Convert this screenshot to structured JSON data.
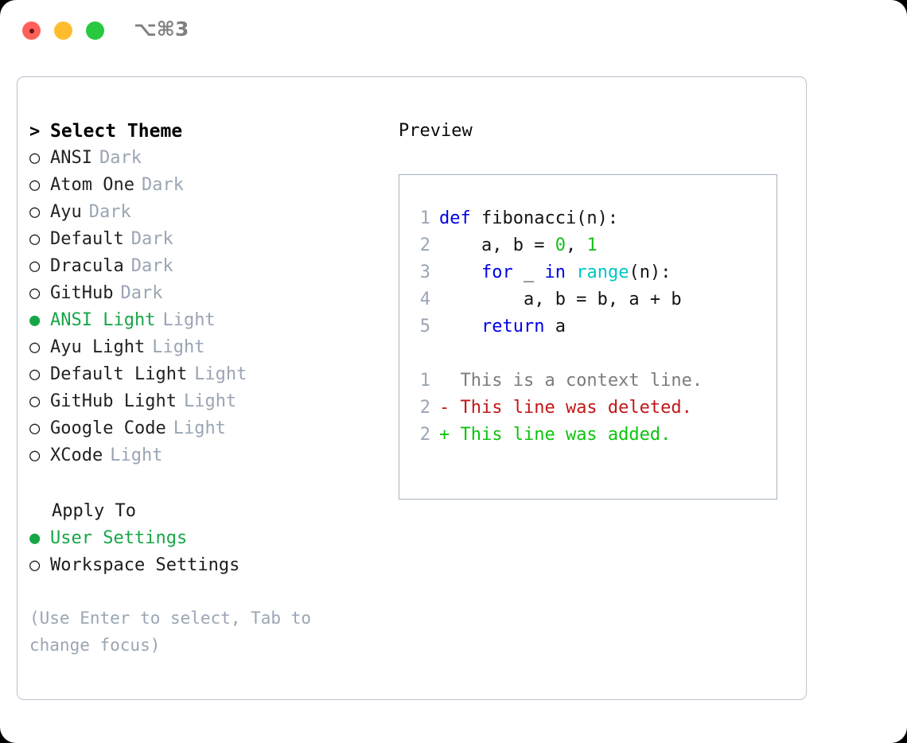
{
  "window": {
    "shortcut": "⌥⌘3",
    "controls": [
      "close",
      "minimize",
      "maximize"
    ]
  },
  "theme_picker": {
    "header": {
      "marker": ">",
      "label": "Select Theme"
    },
    "items": [
      {
        "marker": "○",
        "name": "ANSI",
        "badge": "Dark",
        "selected": false
      },
      {
        "marker": "○",
        "name": "Atom One",
        "badge": "Dark",
        "selected": false
      },
      {
        "marker": "○",
        "name": "Ayu",
        "badge": "Dark",
        "selected": false
      },
      {
        "marker": "○",
        "name": "Default",
        "badge": "Dark",
        "selected": false
      },
      {
        "marker": "○",
        "name": "Dracula",
        "badge": "Dark",
        "selected": false
      },
      {
        "marker": "○",
        "name": "GitHub",
        "badge": "Dark",
        "selected": false
      },
      {
        "marker": "●",
        "name": "ANSI Light",
        "badge": "Light",
        "selected": true
      },
      {
        "marker": "○",
        "name": "Ayu Light",
        "badge": "Light",
        "selected": false
      },
      {
        "marker": "○",
        "name": "Default Light",
        "badge": "Light",
        "selected": false
      },
      {
        "marker": "○",
        "name": "GitHub Light",
        "badge": "Light",
        "selected": false
      },
      {
        "marker": "○",
        "name": "Google Code",
        "badge": "Light",
        "selected": false
      },
      {
        "marker": "○",
        "name": "XCode",
        "badge": "Light",
        "selected": false
      }
    ]
  },
  "apply_to": {
    "label": "Apply To",
    "options": [
      {
        "marker": "●",
        "label": "User Settings",
        "selected": true
      },
      {
        "marker": "○",
        "label": "Workspace Settings",
        "selected": false
      }
    ]
  },
  "hint": "(Use Enter to select, Tab to change focus)",
  "preview": {
    "title": "Preview",
    "code_lines": [
      {
        "no": "1",
        "tokens": [
          {
            "t": "def ",
            "c": "kw"
          },
          {
            "t": "fibonacci(n):",
            "c": "plain"
          }
        ]
      },
      {
        "no": "2",
        "tokens": [
          {
            "t": "    a, b = ",
            "c": "plain"
          },
          {
            "t": "0",
            "c": "num"
          },
          {
            "t": ", ",
            "c": "plain"
          },
          {
            "t": "1",
            "c": "num"
          }
        ]
      },
      {
        "no": "3",
        "tokens": [
          {
            "t": "    ",
            "c": "plain"
          },
          {
            "t": "for",
            "c": "kw"
          },
          {
            "t": " _ ",
            "c": "plain"
          },
          {
            "t": "in",
            "c": "kw"
          },
          {
            "t": " ",
            "c": "plain"
          },
          {
            "t": "range",
            "c": "fn"
          },
          {
            "t": "(n):",
            "c": "plain"
          }
        ]
      },
      {
        "no": "4",
        "tokens": [
          {
            "t": "        a, b = b, a + b",
            "c": "plain"
          }
        ]
      },
      {
        "no": "5",
        "tokens": [
          {
            "t": "    ",
            "c": "plain"
          },
          {
            "t": "return",
            "c": "kw"
          },
          {
            "t": " a",
            "c": "plain"
          }
        ]
      }
    ],
    "diff_lines": [
      {
        "no": "1",
        "sign": " ",
        "text": "This is a context line.",
        "c": "ctx"
      },
      {
        "no": "2",
        "sign": "-",
        "text": "This line was deleted.",
        "c": "del"
      },
      {
        "no": "2",
        "sign": "+",
        "text": "This line was added.",
        "c": "add"
      }
    ]
  },
  "colors": {
    "accent_green": "#17a647",
    "badge_gray": "#9aa5b4",
    "border": "#a7b3c0",
    "keyword_blue": "#0000e6",
    "number_green": "#17c017",
    "function_cyan": "#00c5c5",
    "diff_add": "#0dc40d",
    "diff_del": "#c01818"
  }
}
